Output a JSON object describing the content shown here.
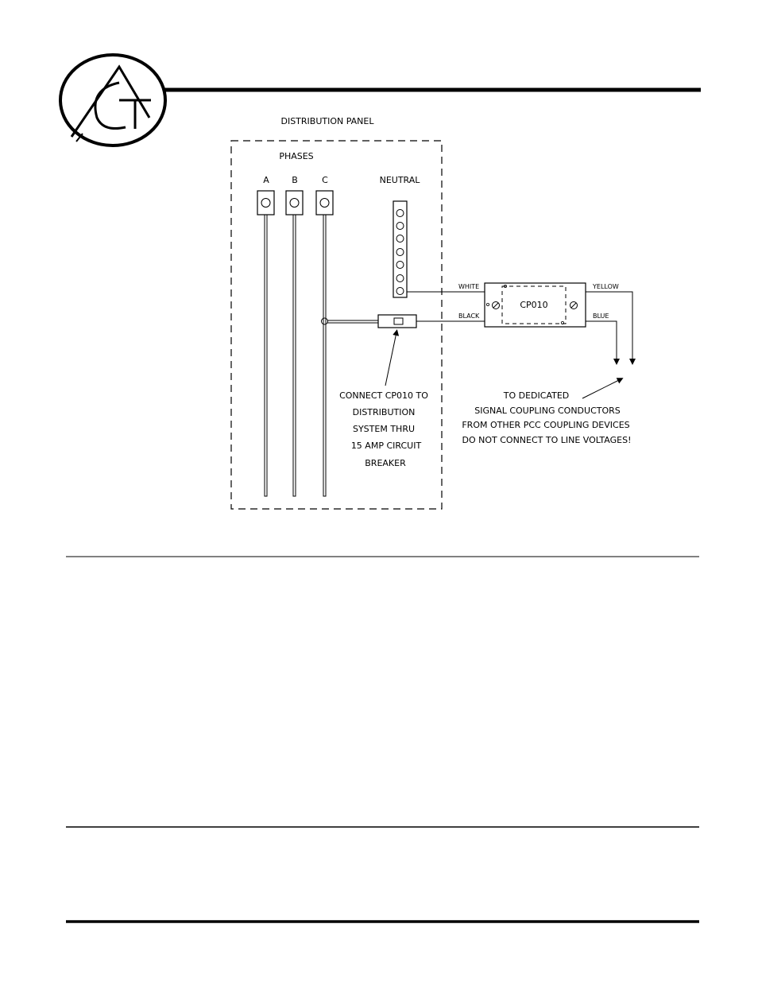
{
  "logo": {
    "text": "ACT"
  },
  "diagram": {
    "panel_title": "DISTRIBUTION PANEL",
    "phases_label": "PHASES",
    "phase_labels": [
      "A",
      "B",
      "C"
    ],
    "neutral_label": "NEUTRAL",
    "coupler_label": "CP010",
    "wire_white": "WHITE",
    "wire_black": "BLACK",
    "wire_yellow": "YELLOW",
    "wire_blue": "BLUE",
    "breaker_note": [
      "CONNECT CP010 TO",
      "DISTRIBUTION",
      "SYSTEM THRU",
      "15 AMP CIRCUIT",
      "BREAKER"
    ],
    "signal_note": [
      "TO DEDICATED",
      "SIGNAL COUPLING CONDUCTORS",
      "FROM OTHER PCC COUPLING DEVICES",
      "DO NOT CONNECT TO LINE VOLTAGES!"
    ]
  }
}
